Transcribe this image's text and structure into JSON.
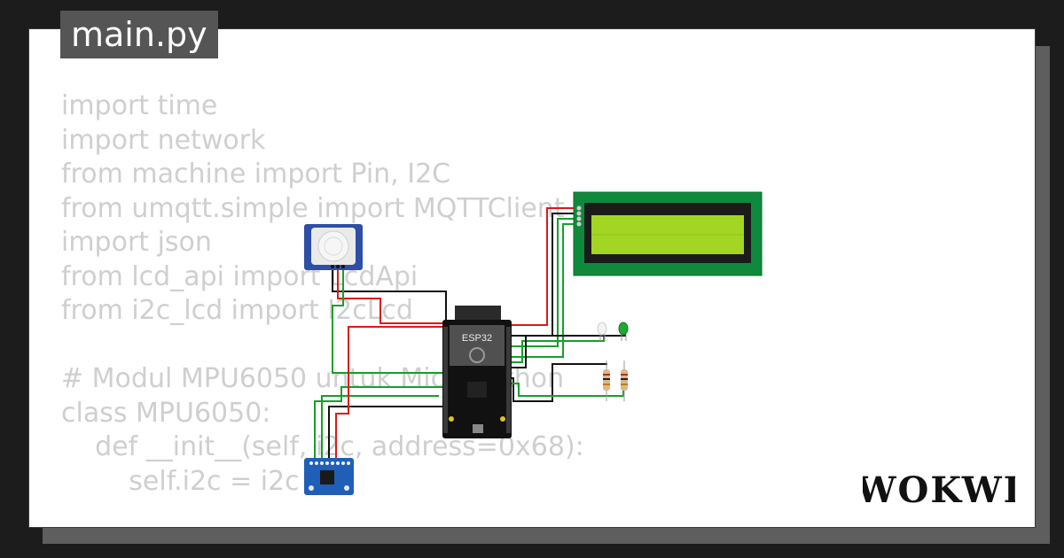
{
  "file_tab": {
    "label": "main.py"
  },
  "code_lines": [
    "import time",
    "import network",
    "from machine import Pin, I2C",
    "from umqtt.simple import MQTTClient",
    "import json",
    "from lcd_api import LcdApi",
    "from i2c_lcd import I2cLcd",
    "",
    "# Modul MPU6050 untuk MicroPython",
    "class MPU6050:",
    "    def __init__(self, i2c, address=0x68):",
    "        self.i2c = i2c"
  ],
  "board": {
    "label": "ESP32"
  },
  "brand": {
    "name": "WOKWI"
  },
  "colors": {
    "background": "#1c1c1c",
    "card": "#ffffff",
    "code_text": "#cfcfcf",
    "tab_bg": "#555555",
    "lcd_screen": "#a3d622",
    "lcd_board": "#0f8a3c",
    "wire_red": "#e01818",
    "wire_green": "#14a02a",
    "wire_black": "#111111"
  }
}
